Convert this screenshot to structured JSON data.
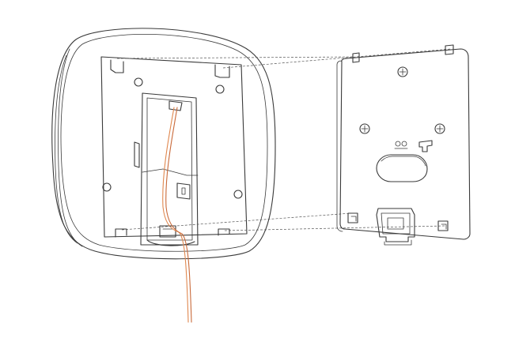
{
  "colors": {
    "line": "#3a3a3a",
    "guide": "#555555",
    "wire_a": "#e0884f",
    "wire_b": "#c96a3a",
    "background": "#ffffff"
  },
  "parts": [
    "device-housing-back",
    "wall-mounting-plate",
    "cable-wires"
  ]
}
